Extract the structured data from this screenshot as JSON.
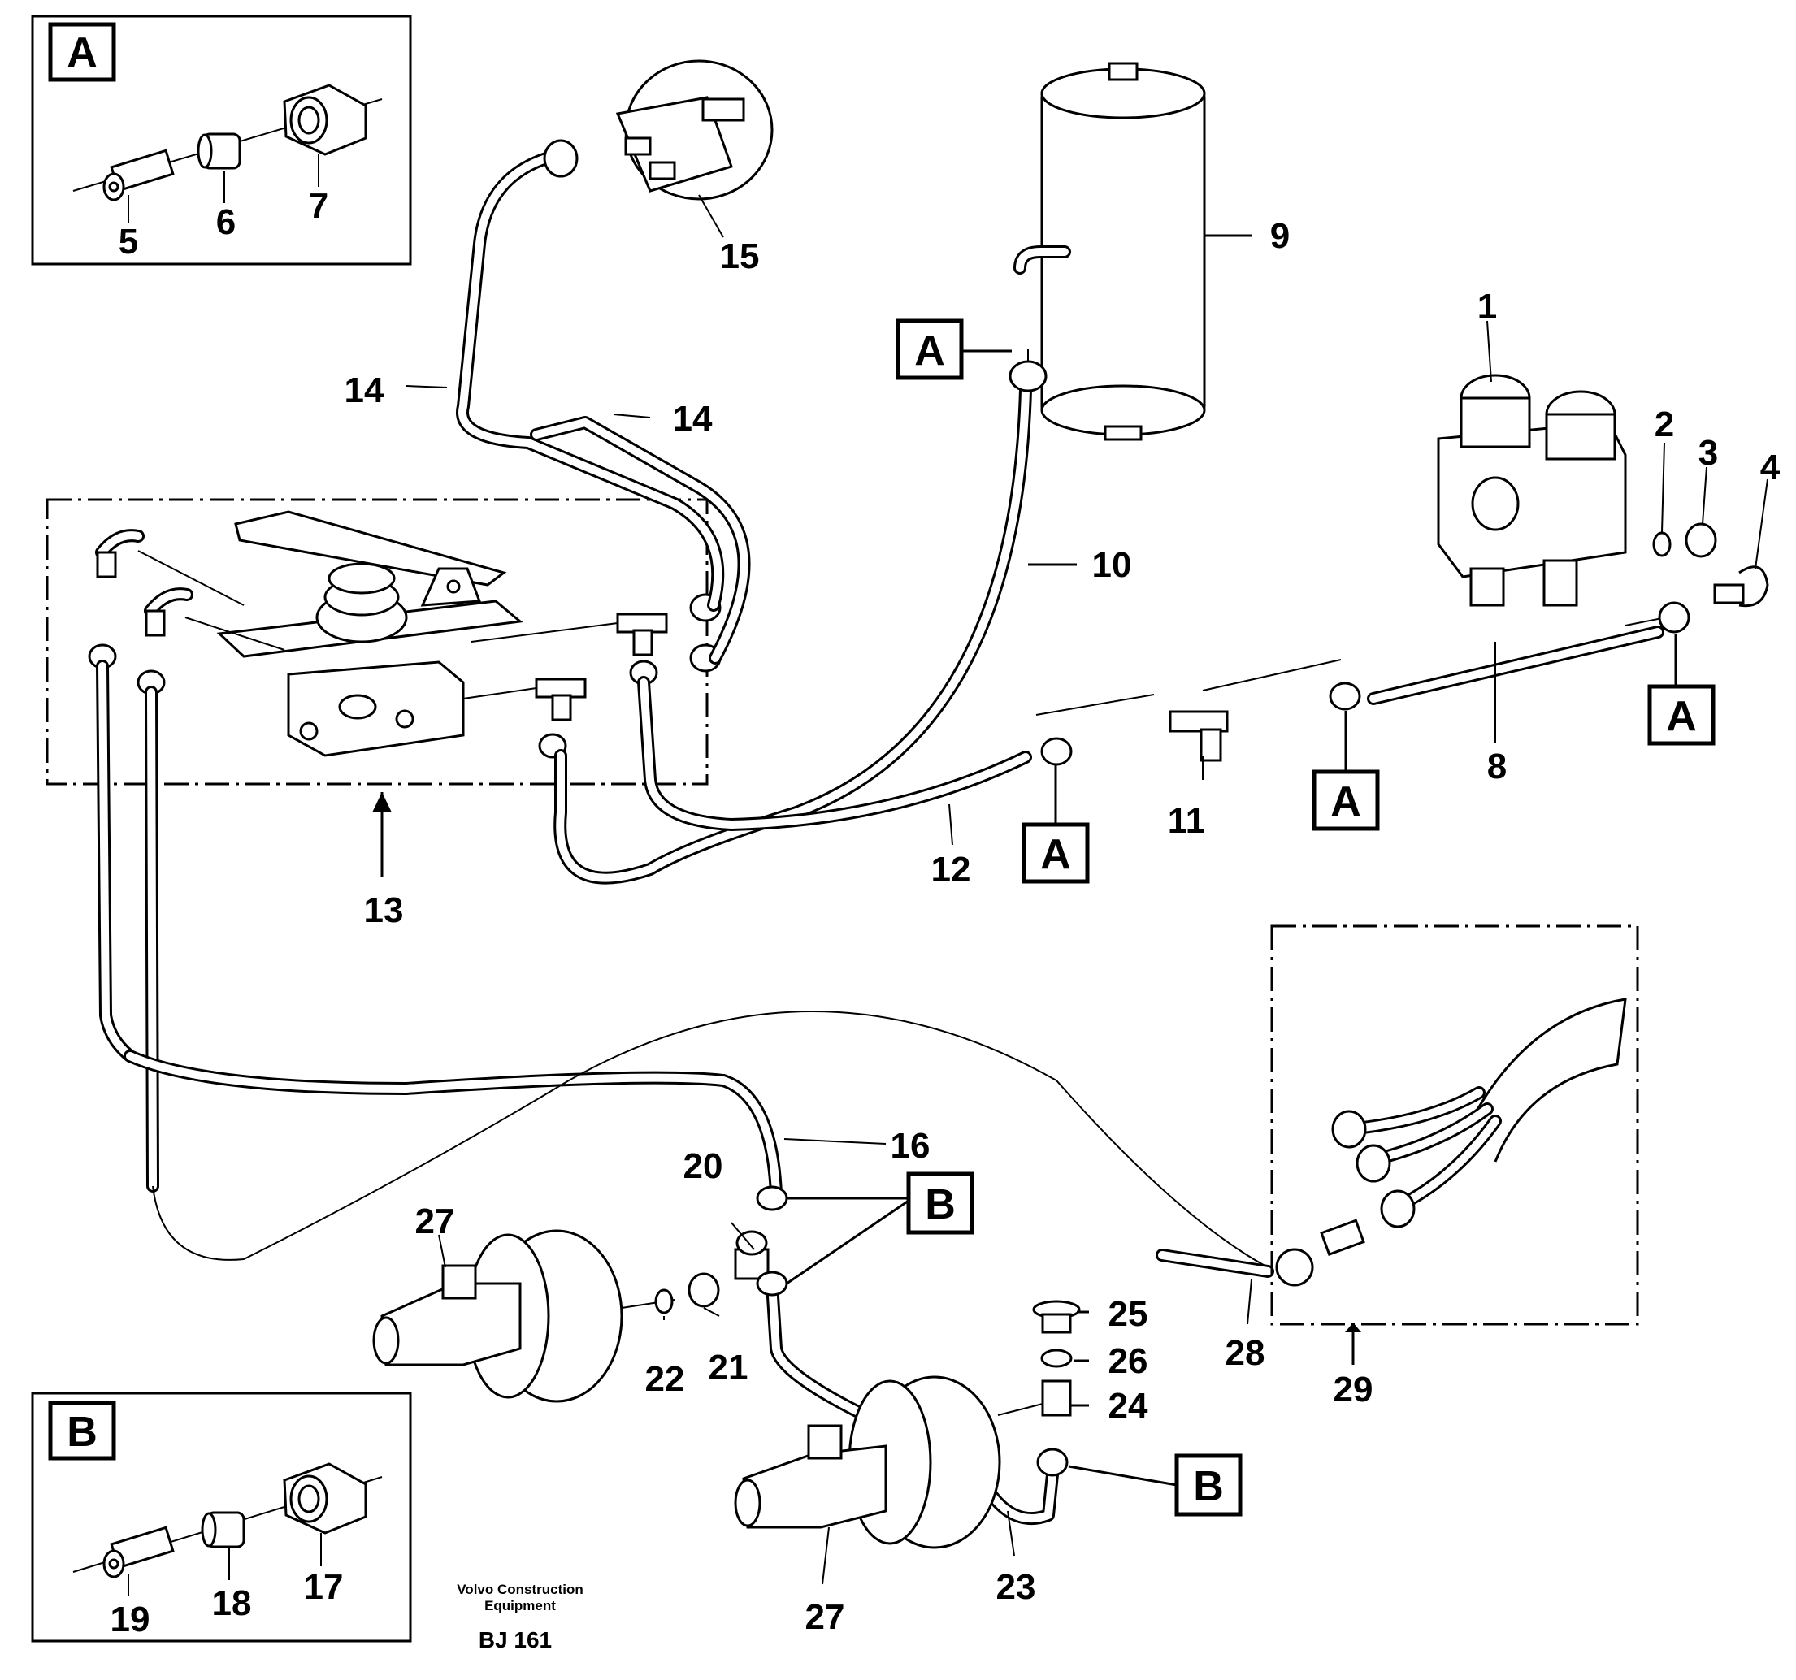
{
  "callouts": {
    "c1": "1",
    "c2": "2",
    "c3": "3",
    "c4": "4",
    "c5": "5",
    "c6": "6",
    "c7": "7",
    "c8": "8",
    "c9": "9",
    "c10": "10",
    "c11": "11",
    "c12": "12",
    "c13": "13",
    "c14a": "14",
    "c14b": "14",
    "c15": "15",
    "c16": "16",
    "c17": "17",
    "c18": "18",
    "c19": "19",
    "c20": "20",
    "c21": "21",
    "c22": "22",
    "c23": "23",
    "c24": "24",
    "c25": "25",
    "c26": "26",
    "c27a": "27",
    "c27b": "27",
    "c28": "28",
    "c29": "29"
  },
  "detail_labels": {
    "inset_a": "A",
    "inset_b": "B",
    "ref_a1": "A",
    "ref_a2": "A",
    "ref_a3": "A",
    "ref_a4": "A",
    "ref_b1": "B",
    "ref_b2": "B"
  },
  "credit": {
    "line1": "Volvo Construction",
    "line2": "Equipment",
    "code": "BJ 161"
  }
}
